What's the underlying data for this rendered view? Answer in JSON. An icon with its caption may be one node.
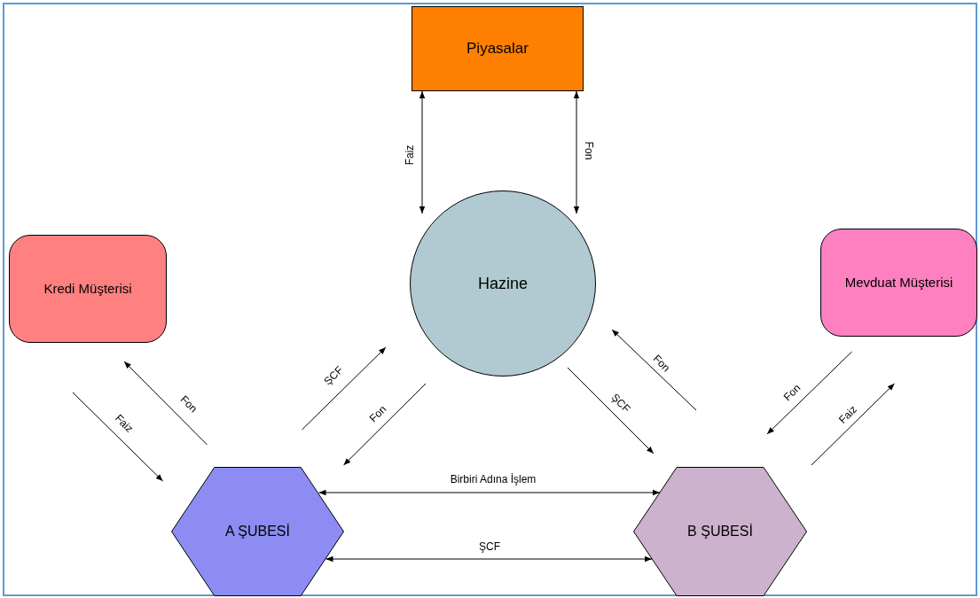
{
  "diagram": {
    "nodes": [
      {
        "text": [
          "Piyasalar"
        ]
      },
      {
        "text": [
          "Hazine"
        ]
      },
      {
        "text": [
          "Kredi Müşterisi"
        ]
      },
      {
        "text": [
          "Mevduat Müşterisi"
        ]
      },
      {
        "text": [
          "A ŞUBESİ"
        ]
      },
      {
        "text": [
          "B ŞUBESİ"
        ]
      }
    ],
    "edges": [
      {
        "from": 0,
        "to": 1,
        "arrow": "both",
        "label": "Faiz"
      },
      {
        "from": 0,
        "to": 1,
        "arrow": "both",
        "label": "Fon"
      },
      {
        "from": 4,
        "to": 2,
        "arrow": "to",
        "label": "Fon"
      },
      {
        "from": 2,
        "to": 4,
        "arrow": "to",
        "label": "Faiz"
      },
      {
        "from": 4,
        "to": 1,
        "arrow": "to",
        "label": "ŞCF"
      },
      {
        "from": 1,
        "to": 4,
        "arrow": "to",
        "label": "Fon"
      },
      {
        "from": 5,
        "to": 1,
        "arrow": "to",
        "label": "Fon"
      },
      {
        "from": 1,
        "to": 5,
        "arrow": "to",
        "label": "ŞCF"
      },
      {
        "from": 3,
        "to": 5,
        "arrow": "to",
        "label": "Fon"
      },
      {
        "from": 5,
        "to": 3,
        "arrow": "to",
        "label": "Faiz"
      },
      {
        "from": 4,
        "to": 5,
        "arrow": "both",
        "label": "Birbiri Adına İşlem"
      },
      {
        "from": 4,
        "to": 5,
        "arrow": "both",
        "label": "ŞCF"
      }
    ]
  }
}
